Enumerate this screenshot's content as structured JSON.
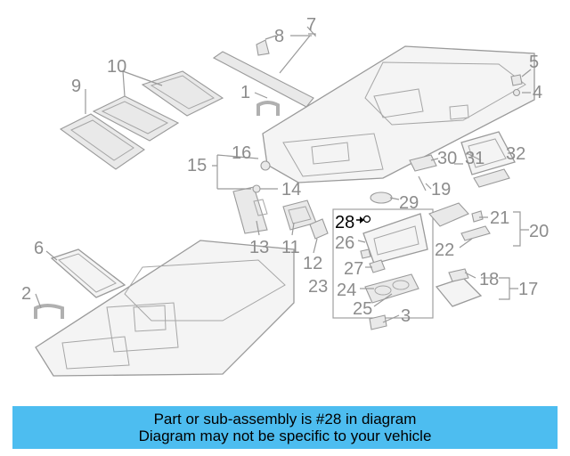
{
  "diagram": {
    "callouts": [
      "1",
      "2",
      "3",
      "4",
      "5",
      "6",
      "7",
      "8",
      "9",
      "10",
      "11",
      "12",
      "13",
      "14",
      "15",
      "16",
      "17",
      "18",
      "19",
      "20",
      "21",
      "22",
      "23",
      "24",
      "25",
      "26",
      "27",
      "28",
      "29",
      "30",
      "31",
      "32"
    ],
    "highlighted_callout": "28",
    "highlight_color": "#000000",
    "part_color": "#9a9a9a"
  },
  "banner": {
    "line1": "Part or sub-assembly is #28 in diagram",
    "line2": "Diagram may not be specific to your vehicle",
    "background": "#4dbdf0"
  }
}
